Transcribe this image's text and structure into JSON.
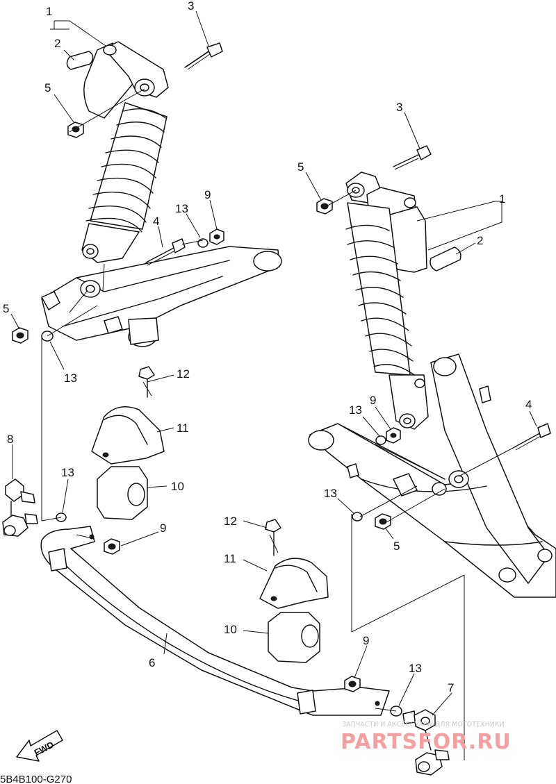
{
  "diagram_code": "5B4B100-G270",
  "fwd_label": "FWD",
  "watermark": {
    "small": "ЗАПЧАСТИ И АКСЕССУАРЫ ДЛЯ МОТОТЕХНИКИ",
    "big": "PARTSFOR.RU"
  },
  "callouts": {
    "c1_left": "1",
    "c2_left": "2",
    "c3_left": "3",
    "c5_left_top": "5",
    "c4_left": "4",
    "c13_left_upper": "13",
    "c9_left_upper": "9",
    "c5_left_mid": "5",
    "c13_left_mid": "13",
    "c12_left": "12",
    "c11_left": "11",
    "c10_left": "10",
    "c8": "8",
    "c13_left_lower": "13",
    "c9_left_lower": "9",
    "c6": "6",
    "c3_right": "3",
    "c5_right_top": "5",
    "c1_right": "1",
    "c2_right": "2",
    "c13_right_upper": "13",
    "c9_right_upper": "9",
    "c4_right": "4",
    "c13_right_mid": "13",
    "c5_right_mid": "5",
    "c12_mid": "12",
    "c11_mid": "11",
    "c10_mid": "10",
    "c9_bottom": "9",
    "c13_bottom": "13",
    "c7": "7"
  }
}
